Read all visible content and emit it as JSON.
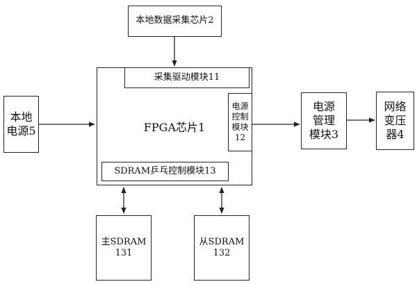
{
  "diagram": {
    "acq_chip": "本地数据采集芯片2",
    "fpga": "FPGA芯片1",
    "acq_driver": "采集驱动模块11",
    "power_ctrl": {
      "line1": "电源",
      "line2": "控制",
      "line3": "模块",
      "line4": "12"
    },
    "sdram_pingpong": "SDRAM乒乓控制模块13",
    "local_power": {
      "line1": "本地",
      "line2": "电源5"
    },
    "power_mgmt": {
      "line1": "电源",
      "line2": "管理",
      "line3": "模块3"
    },
    "transformer": {
      "line1": "网络",
      "line2": "变压",
      "line3": "器4"
    },
    "sdram_main": {
      "line1": "主SDRAM",
      "line2": "131"
    },
    "sdram_slave": {
      "line1": "从SDRAM",
      "line2": "132"
    }
  }
}
